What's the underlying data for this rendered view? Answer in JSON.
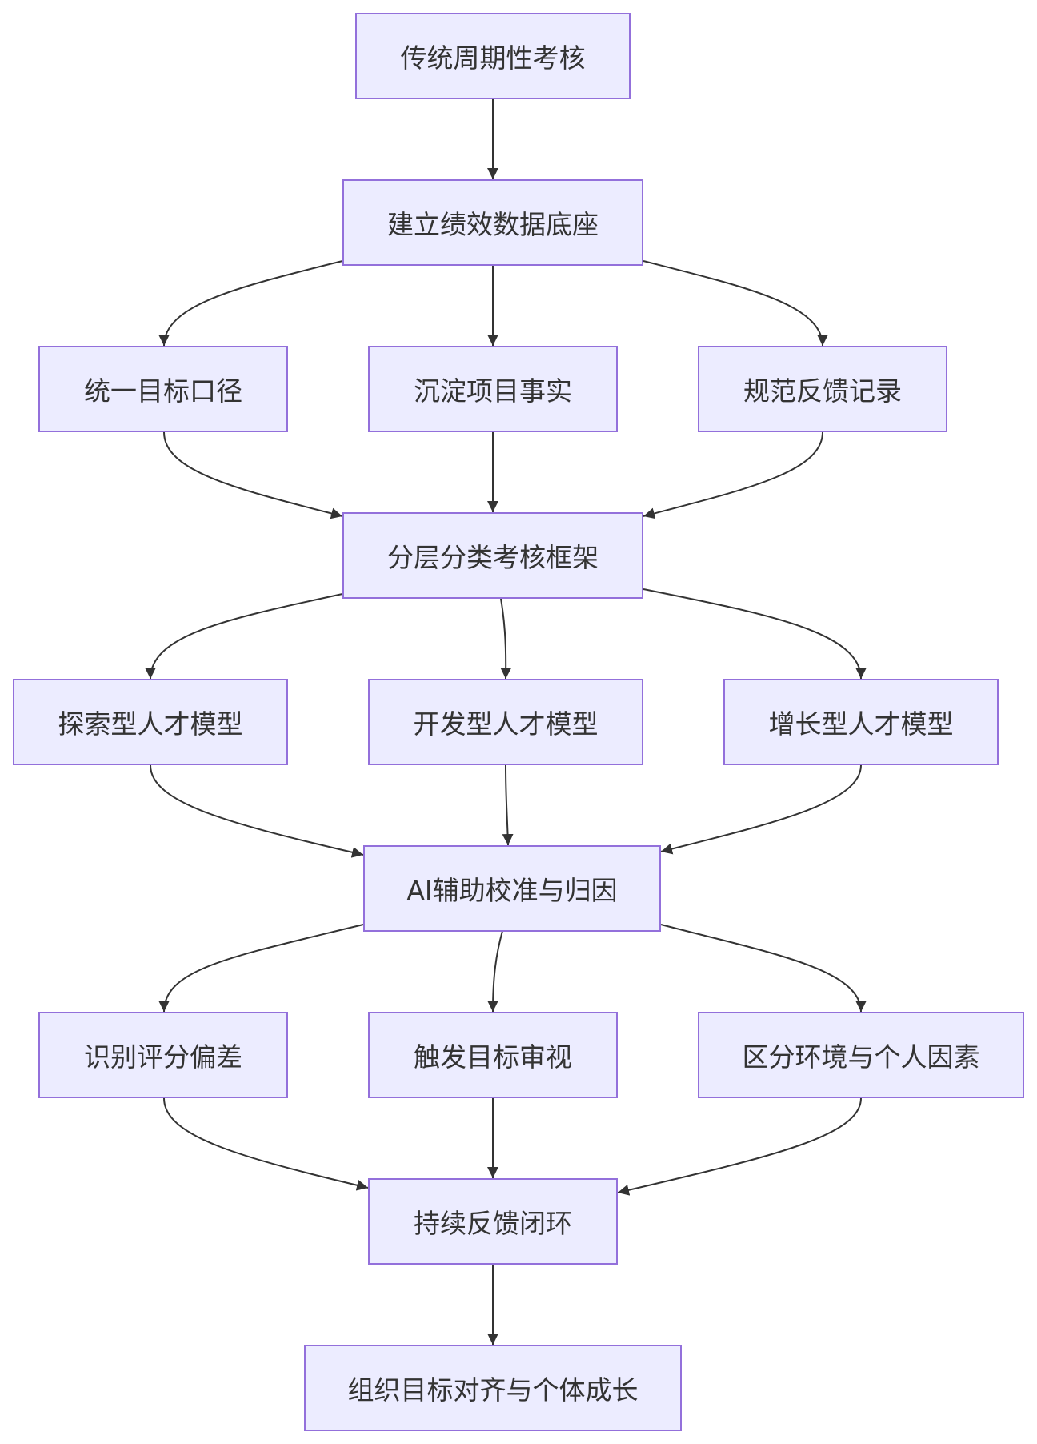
{
  "flowchart": {
    "node_fill": "#ECECFF",
    "node_border": "#9370DB",
    "edge_color": "#333333",
    "text_color": "#333333",
    "nodes": [
      {
        "id": "n1",
        "label": "传统周期性考核"
      },
      {
        "id": "n2",
        "label": "建立绩效数据底座"
      },
      {
        "id": "n3a",
        "label": "统一目标口径"
      },
      {
        "id": "n3b",
        "label": "沉淀项目事实"
      },
      {
        "id": "n3c",
        "label": "规范反馈记录"
      },
      {
        "id": "n4",
        "label": "分层分类考核框架"
      },
      {
        "id": "n5a",
        "label": "探索型人才模型"
      },
      {
        "id": "n5b",
        "label": "开发型人才模型"
      },
      {
        "id": "n5c",
        "label": "增长型人才模型"
      },
      {
        "id": "n6",
        "label": "AI辅助校准与归因"
      },
      {
        "id": "n7a",
        "label": "识别评分偏差"
      },
      {
        "id": "n7b",
        "label": "触发目标审视"
      },
      {
        "id": "n7c",
        "label": "区分环境与个人因素"
      },
      {
        "id": "n8",
        "label": "持续反馈闭环"
      },
      {
        "id": "n9",
        "label": "组织目标对齐与个体成长"
      }
    ],
    "edges": [
      {
        "from": "n1",
        "to": "n2"
      },
      {
        "from": "n2",
        "to": "n3a"
      },
      {
        "from": "n2",
        "to": "n3b"
      },
      {
        "from": "n2",
        "to": "n3c"
      },
      {
        "from": "n3a",
        "to": "n4"
      },
      {
        "from": "n3b",
        "to": "n4"
      },
      {
        "from": "n3c",
        "to": "n4"
      },
      {
        "from": "n4",
        "to": "n5a"
      },
      {
        "from": "n4",
        "to": "n5b"
      },
      {
        "from": "n4",
        "to": "n5c"
      },
      {
        "from": "n5a",
        "to": "n6"
      },
      {
        "from": "n5b",
        "to": "n6"
      },
      {
        "from": "n5c",
        "to": "n6"
      },
      {
        "from": "n6",
        "to": "n7a"
      },
      {
        "from": "n6",
        "to": "n7b"
      },
      {
        "from": "n6",
        "to": "n7c"
      },
      {
        "from": "n7a",
        "to": "n8"
      },
      {
        "from": "n7b",
        "to": "n8"
      },
      {
        "from": "n7c",
        "to": "n8"
      },
      {
        "from": "n8",
        "to": "n9"
      }
    ]
  }
}
